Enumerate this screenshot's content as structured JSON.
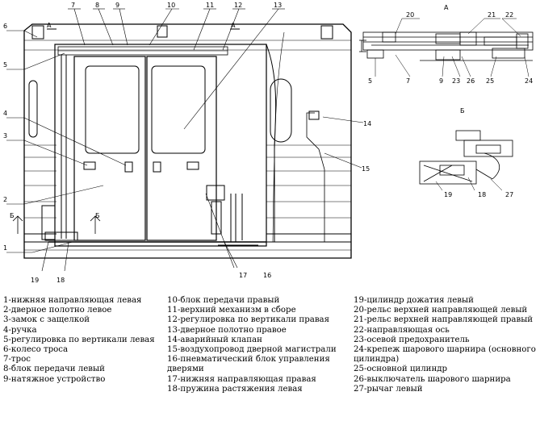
{
  "view_labels": {
    "main": "А",
    "a": "А",
    "b": "Б",
    "section": "Б"
  },
  "callouts": [
    "1",
    "2",
    "3",
    "4",
    "5",
    "6",
    "7",
    "8",
    "9",
    "10",
    "11",
    "12",
    "13",
    "14",
    "15",
    "16",
    "17",
    "18",
    "19"
  ],
  "view_a_callouts": [
    "20",
    "21",
    "22",
    "5",
    "7",
    "9",
    "23",
    "26",
    "25",
    "24"
  ],
  "view_b_callouts": [
    "19",
    "18",
    "27"
  ],
  "legend": [
    [
      "1-нижняя направляющая левая",
      "2-дверное полотно левое",
      "3-замок с защелкой",
      "4-ручка",
      "5-регулировка по вертикали левая",
      "6-колесо троса",
      "7-трос",
      "8-блок передачи левый",
      "9-натяжное устройство"
    ],
    [
      "10-блок передачи правый",
      "11-верхний механизм в сборе",
      "12-регулировка по вертикали правая",
      "13-дверное полотно правое",
      "14-аварийный клапан",
      "15-воздухопровод дверной магистрали",
      "16-пневматический блок управления дверями",
      "17-нижняя направляющая правая",
      "18-пружина растяжения левая"
    ],
    [
      "19-цилиндр дожатия левый",
      "20-рельс верхней направляющей левый",
      "21-рельс верхней направляющей правый",
      "22-направляющая ось",
      "23-осевой предохранитель",
      "24-крепеж шарового шарнира (основного цилиндра)",
      "25-основной цилиндр",
      "26-выключатель шарового шарнира",
      "27-рычаг левый"
    ]
  ]
}
